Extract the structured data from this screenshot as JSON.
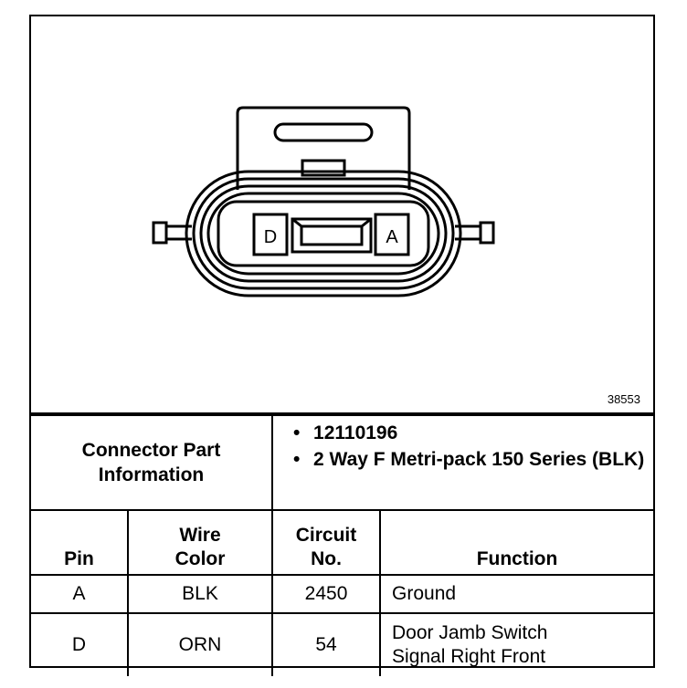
{
  "diagram": {
    "pin_labels": [
      "D",
      "A"
    ],
    "figure_number": "38553"
  },
  "connector_info": {
    "label": "Connector Part Information",
    "values": [
      "12110196",
      "2 Way F Metri-pack 150 Series (BLK)"
    ]
  },
  "pin_table": {
    "headers": [
      "Pin",
      "Wire Color",
      "Circuit No.",
      "Function"
    ],
    "rows": [
      {
        "pin": "A",
        "wire_color": "BLK",
        "circuit": "2450",
        "function": "Ground"
      },
      {
        "pin": "D",
        "wire_color": "ORN",
        "circuit": "54",
        "function": "Door Jamb Switch Signal Right Front"
      }
    ]
  }
}
